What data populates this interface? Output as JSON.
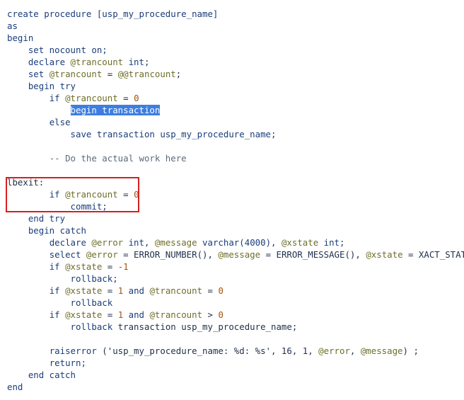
{
  "editor": {
    "lines": [
      {
        "indent": "",
        "tokens": [
          {
            "t": "create procedure [usp_my_procedure_name]",
            "c": "kw"
          }
        ]
      },
      {
        "indent": "",
        "tokens": [
          {
            "t": "as",
            "c": "kw"
          }
        ]
      },
      {
        "indent": "",
        "tokens": [
          {
            "t": "begin",
            "c": "kw"
          }
        ]
      },
      {
        "indent": "    ",
        "tokens": [
          {
            "t": "set nocount on;",
            "c": "kw"
          }
        ]
      },
      {
        "indent": "    ",
        "tokens": [
          {
            "t": "declare ",
            "c": "kw"
          },
          {
            "t": "@trancount",
            "c": "var"
          },
          {
            "t": " int;",
            "c": "kw"
          }
        ]
      },
      {
        "indent": "    ",
        "tokens": [
          {
            "t": "set ",
            "c": "kw"
          },
          {
            "t": "@trancount",
            "c": "var"
          },
          {
            "t": " = ",
            "c": "plain"
          },
          {
            "t": "@@trancount",
            "c": "var"
          },
          {
            "t": ";",
            "c": "plain"
          }
        ]
      },
      {
        "indent": "    ",
        "tokens": [
          {
            "t": "begin try",
            "c": "kw"
          }
        ]
      },
      {
        "indent": "        ",
        "tokens": [
          {
            "t": "if ",
            "c": "kw"
          },
          {
            "t": "@trancount",
            "c": "var"
          },
          {
            "t": " = ",
            "c": "plain"
          },
          {
            "t": "0",
            "c": "num"
          }
        ]
      },
      {
        "indent": "            ",
        "tokens": [
          {
            "t": "begin transaction",
            "c": "sel"
          }
        ]
      },
      {
        "indent": "        ",
        "tokens": [
          {
            "t": "else",
            "c": "kw"
          }
        ]
      },
      {
        "indent": "            ",
        "tokens": [
          {
            "t": "save transaction usp_my_procedure_name;",
            "c": "kw"
          }
        ]
      },
      {
        "indent": "",
        "tokens": []
      },
      {
        "indent": "        ",
        "tokens": [
          {
            "t": "-- Do the actual work here",
            "c": "cm"
          }
        ]
      },
      {
        "indent": "",
        "tokens": []
      },
      {
        "indent": "",
        "tokens": [
          {
            "t": "lbexit:",
            "c": "plain"
          }
        ]
      },
      {
        "indent": "        ",
        "tokens": [
          {
            "t": "if ",
            "c": "kw"
          },
          {
            "t": "@trancount",
            "c": "var"
          },
          {
            "t": " = ",
            "c": "plain"
          },
          {
            "t": "0",
            "c": "num"
          }
        ]
      },
      {
        "indent": "            ",
        "tokens": [
          {
            "t": "commit;",
            "c": "kw"
          }
        ]
      },
      {
        "indent": "    ",
        "tokens": [
          {
            "t": "end try",
            "c": "kw"
          }
        ]
      },
      {
        "indent": "    ",
        "tokens": [
          {
            "t": "begin catch",
            "c": "kw"
          }
        ]
      },
      {
        "indent": "        ",
        "tokens": [
          {
            "t": "declare ",
            "c": "kw"
          },
          {
            "t": "@error",
            "c": "var"
          },
          {
            "t": " int, ",
            "c": "kw"
          },
          {
            "t": "@message",
            "c": "var"
          },
          {
            "t": " varchar(4000), ",
            "c": "kw"
          },
          {
            "t": "@xstate",
            "c": "var"
          },
          {
            "t": " int;",
            "c": "kw"
          }
        ]
      },
      {
        "indent": "        ",
        "tokens": [
          {
            "t": "select ",
            "c": "kw"
          },
          {
            "t": "@error",
            "c": "var"
          },
          {
            "t": " = ERROR_NUMBER(), ",
            "c": "plain"
          },
          {
            "t": "@message",
            "c": "var"
          },
          {
            "t": " = ERROR_MESSAGE(), ",
            "c": "plain"
          },
          {
            "t": "@xstate",
            "c": "var"
          },
          {
            "t": " = XACT_STATE();",
            "c": "plain"
          }
        ]
      },
      {
        "indent": "        ",
        "tokens": [
          {
            "t": "if ",
            "c": "kw"
          },
          {
            "t": "@xstate",
            "c": "var"
          },
          {
            "t": " = ",
            "c": "plain"
          },
          {
            "t": "-1",
            "c": "num"
          }
        ]
      },
      {
        "indent": "            ",
        "tokens": [
          {
            "t": "rollback;",
            "c": "kw"
          }
        ]
      },
      {
        "indent": "        ",
        "tokens": [
          {
            "t": "if ",
            "c": "kw"
          },
          {
            "t": "@xstate",
            "c": "var"
          },
          {
            "t": " = ",
            "c": "plain"
          },
          {
            "t": "1",
            "c": "num"
          },
          {
            "t": " and ",
            "c": "kw"
          },
          {
            "t": "@trancount",
            "c": "var"
          },
          {
            "t": " = ",
            "c": "plain"
          },
          {
            "t": "0",
            "c": "num"
          }
        ]
      },
      {
        "indent": "            ",
        "tokens": [
          {
            "t": "rollback",
            "c": "kw"
          }
        ]
      },
      {
        "indent": "        ",
        "tokens": [
          {
            "t": "if ",
            "c": "kw"
          },
          {
            "t": "@xstate",
            "c": "var"
          },
          {
            "t": " = ",
            "c": "plain"
          },
          {
            "t": "1",
            "c": "num"
          },
          {
            "t": " and ",
            "c": "kw"
          },
          {
            "t": "@trancount",
            "c": "var"
          },
          {
            "t": " > ",
            "c": "plain"
          },
          {
            "t": "0",
            "c": "num"
          }
        ]
      },
      {
        "indent": "            ",
        "tokens": [
          {
            "t": "rollback",
            "c": "kw"
          },
          {
            "t": " transaction usp_my_procedure_name;",
            "c": "plain"
          }
        ]
      },
      {
        "indent": "",
        "tokens": []
      },
      {
        "indent": "        ",
        "tokens": [
          {
            "t": "raiserror ",
            "c": "kw"
          },
          {
            "t": "('usp_my_procedure_name: %d: %s', 16, 1, ",
            "c": "plain"
          },
          {
            "t": "@error",
            "c": "var"
          },
          {
            "t": ", ",
            "c": "plain"
          },
          {
            "t": "@message",
            "c": "var"
          },
          {
            "t": ") ;",
            "c": "plain"
          }
        ]
      },
      {
        "indent": "        ",
        "tokens": [
          {
            "t": "return;",
            "c": "kw"
          }
        ]
      },
      {
        "indent": "    ",
        "tokens": [
          {
            "t": "end catch",
            "c": "kw"
          }
        ]
      },
      {
        "indent": "",
        "tokens": [
          {
            "t": "end",
            "c": "kw"
          }
        ]
      }
    ]
  },
  "colors": {
    "background": "#ffffff",
    "keyword": "#1a3d7a",
    "variable": "#6e6e2a",
    "number": "#a4520c",
    "comment": "#5b6b7c",
    "selection_bg": "#3d7ee0",
    "annotation_border": "#d62020"
  }
}
